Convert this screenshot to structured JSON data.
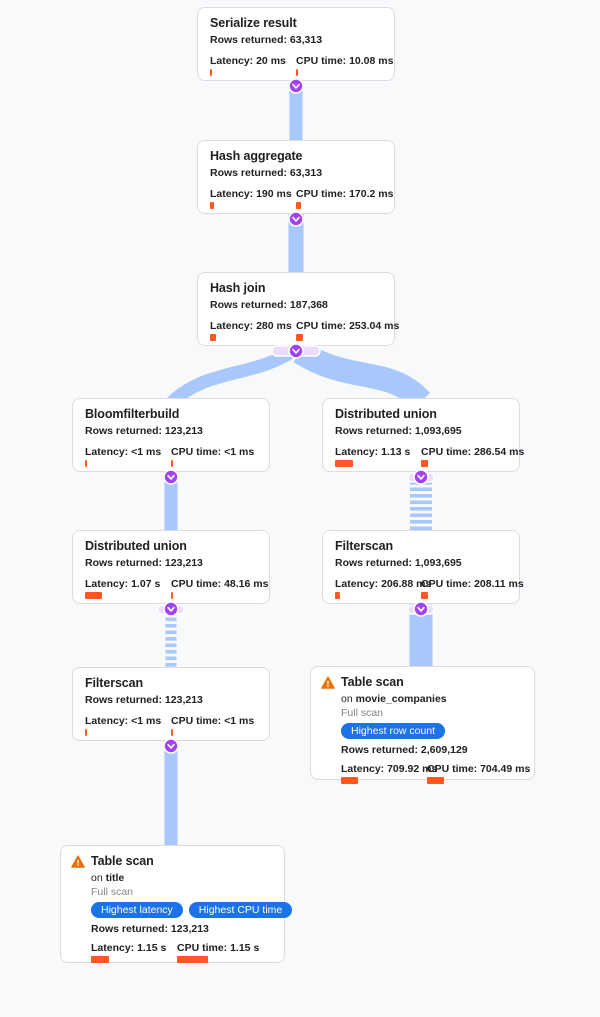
{
  "diagram": {
    "background": "#f8f9fa",
    "edge_color": "#a8c7fa",
    "connector_color": "#a142f4",
    "connector_pill_color": "#ecdcfd",
    "bar_color": "#ff5722",
    "badge_color": "#1a73e8",
    "warning_color": "#e8710a",
    "card_border": "#dadce0"
  },
  "nodes": [
    {
      "id": "serialize-result",
      "title": "Serialize result",
      "rows": "Rows returned: 63,313",
      "latency": "Latency: 20 ms",
      "cpu": "CPU time: 10.08 ms",
      "latency_bar": 2,
      "cpu_bar": 2
    },
    {
      "id": "hash-aggregate",
      "title": "Hash aggregate",
      "rows": "Rows returned: 63,313",
      "latency": "Latency: 190 ms",
      "cpu": "CPU time: 170.2 ms",
      "latency_bar": 4,
      "cpu_bar": 5
    },
    {
      "id": "hash-join",
      "title": "Hash join",
      "rows": "Rows returned: 187,368",
      "latency": "Latency: 280 ms",
      "cpu": "CPU time: 253.04 ms",
      "latency_bar": 6,
      "cpu_bar": 7
    },
    {
      "id": "bloomfilterbuild",
      "title": "Bloomfilterbuild",
      "rows": "Rows returned: 123,213",
      "latency": "Latency: <1 ms",
      "cpu": "CPU time: <1 ms",
      "latency_bar": 2,
      "cpu_bar": 2
    },
    {
      "id": "distributed-union-right",
      "title": "Distributed union",
      "rows": "Rows returned: 1,093,695",
      "latency": "Latency: 1.13 s",
      "cpu": "CPU time: 286.54 ms",
      "latency_bar": 18,
      "cpu_bar": 7
    },
    {
      "id": "distributed-union-left",
      "title": "Distributed union",
      "rows": "Rows returned: 123,213",
      "latency": "Latency: 1.07 s",
      "cpu": "CPU time: 48.16 ms",
      "latency_bar": 17,
      "cpu_bar": 2
    },
    {
      "id": "filterscan-right",
      "title": "Filterscan",
      "rows": "Rows returned: 1,093,695",
      "latency": "Latency: 206.88 ms",
      "cpu": "CPU time: 208.11 ms",
      "latency_bar": 5,
      "cpu_bar": 7
    },
    {
      "id": "filterscan-left",
      "title": "Filterscan",
      "rows": "Rows returned: 123,213",
      "latency": "Latency: <1 ms",
      "cpu": "CPU time: <1 ms",
      "latency_bar": 2,
      "cpu_bar": 2
    },
    {
      "id": "table-scan-movie-companies",
      "title": "Table scan",
      "on_label": "on",
      "table": "movie_companies",
      "scan_type": "Full scan",
      "badge1": "Highest row count",
      "rows": "Rows returned: 2,609,129",
      "latency": "Latency: 709.92 ms",
      "cpu": "CPU time: 704.49 ms",
      "latency_bar": 17,
      "cpu_bar": 17
    },
    {
      "id": "table-scan-title",
      "title": "Table scan",
      "on_label": "on",
      "table": "title",
      "scan_type": "Full scan",
      "badge1": "Highest latency",
      "badge2": "Highest CPU time",
      "rows": "Rows returned: 123,213",
      "latency": "Latency: 1.15 s",
      "cpu": "CPU time: 1.15 s",
      "latency_bar": 18,
      "cpu_bar": 31
    }
  ]
}
